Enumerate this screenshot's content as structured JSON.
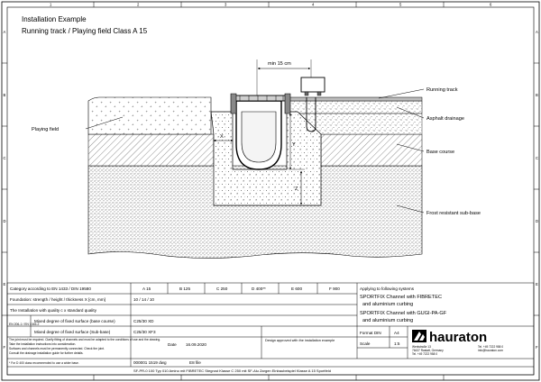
{
  "title": {
    "line1": "Installation Example",
    "line2": "Running track / Playing field Class A 15"
  },
  "grid": {
    "top": [
      "1",
      "2",
      "3",
      "4",
      "5",
      "6"
    ],
    "side": [
      "A",
      "B",
      "C",
      "D",
      "E",
      "F"
    ]
  },
  "labels": {
    "min_width": "min 15 cm",
    "playing_field": "Playing field",
    "running_track": "Running track",
    "asphalt_drainage": "Asphalt drainage",
    "base_course": "Base course",
    "sub_base": "Frost resistant sub-base",
    "dim_x": "X",
    "dim_y": "Y",
    "dim_z": "Z"
  },
  "title_block": {
    "rows": [
      {
        "label": "Category according to EN 1433 / DIN 19580",
        "value": ""
      },
      {
        "label": "Foundation: strength / height / thickness X [cm, mm]",
        "value": "10 / 14 / 10"
      },
      {
        "label": "The Installation with quality c x standard quality",
        "value": ""
      },
      {
        "label": "Mixed degree of fixed surface (base course)",
        "value": "C25/30 XD"
      },
      {
        "label": "Mixed degree of fixed surface (Sub-base)",
        "value": "C25/30 XF3"
      }
    ],
    "side_codes": [
      "EN 206-1 / EN 1045-2"
    ],
    "classes": [
      "A 15",
      "B 125",
      "C 250",
      "D 400**",
      "E 600",
      "F 900"
    ],
    "applying_label": "Applying to following systems",
    "systems": [
      "SPORTFIX Channel with FIBRETEC",
      "and aluminium curbing",
      "SPORTFIX Channel with GUGI-PA-GF",
      "and aluminium curbing"
    ],
    "notes": [
      "The joint must be required. Clarify fitting of channels and must be adapted to the conditions of use and the drawing.",
      "Take the installation instructions into consideration.",
      "Surfaces and channels must be permanently connected. Check the joint.",
      "Consult the drainage installation guide for further details."
    ],
    "footer_note": "* For D 400 class recommended to use a wider base.",
    "date_label": "Date",
    "date_value": "16.09.2020",
    "approval_text": "Design approved with the installation example",
    "drawing_no": "000001 1519 dwg",
    "file_label": "E8 file",
    "format_label": "Format DIN",
    "format_value": "A4",
    "scale_label": "Scale",
    "scale_value": "1:5",
    "brand": "hauraton",
    "address": [
      "Werkstraße 13",
      "76437 Rastatt, Germany",
      "Tel. +49 7222 958 0"
    ],
    "contact": [
      "Tel. +49 7222 958 0",
      "info@hauraton.com"
    ],
    "bottom_description": "SF-PR-0 100 Typ 010 Amino mit FIBRETEC Stegrost Klasse C 250 mit SF-Alu Zargen Einbaubeispiel Klasse A 15 Sportfeld"
  }
}
